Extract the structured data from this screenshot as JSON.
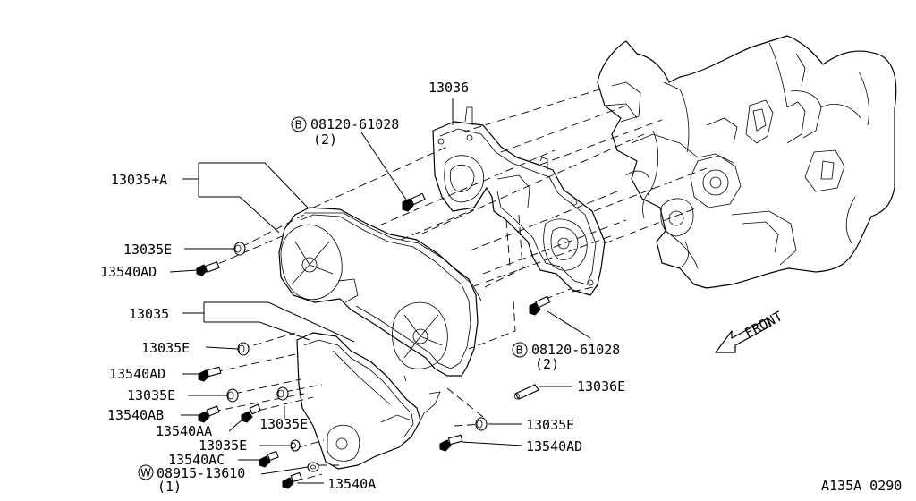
{
  "diagram_code": "A135A 0290",
  "front_label": "FRONT",
  "labels": {
    "l13036": "13036",
    "l08120_top": "08120-61028",
    "l08120_top_qty": "(2)",
    "l13035A": "13035+A",
    "l13035E_1": "13035E",
    "l13540AD_1": "13540AD",
    "l13035": "13035",
    "l13035E_2": "13035E",
    "l13540AD_2": "13540AD",
    "l13035E_3": "13035E",
    "l13540AB": "13540AB",
    "l13540AA": "13540AA",
    "l13035E_4": "13035E",
    "l13035E_5": "13035E",
    "l13540AC": "13540AC",
    "l08915": "08915-13610",
    "l08915_qty": "(1)",
    "l13540A": "13540A",
    "l08120_mid": "08120-61028",
    "l08120_mid_qty": "(2)",
    "l13036E": "13036E",
    "l13035E_6": "13035E",
    "l13540AD_3": "13540AD"
  },
  "markers": {
    "bolt_mark": "B",
    "washer_mark": "W"
  }
}
